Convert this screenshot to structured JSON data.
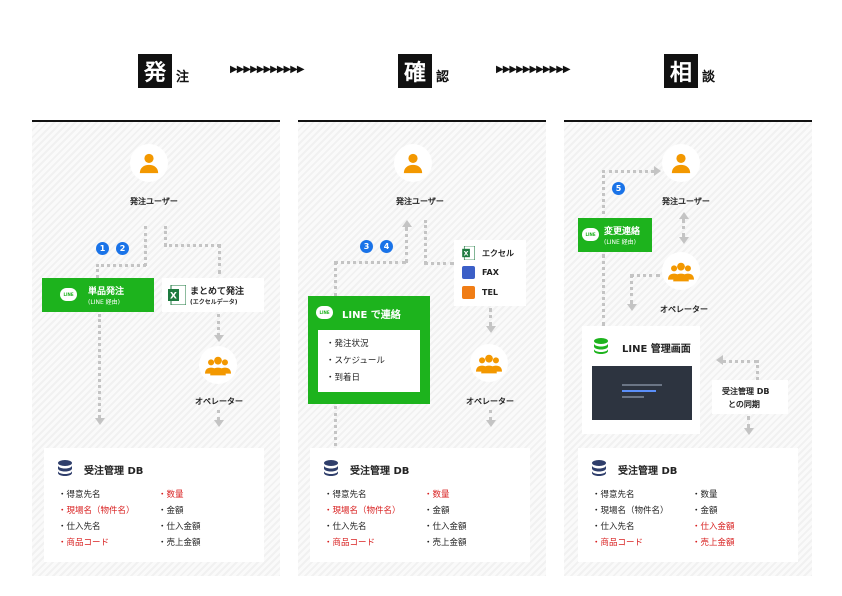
{
  "header": {
    "steps": [
      {
        "big": "発",
        "small": "注"
      },
      {
        "big": "確",
        "small": "認"
      },
      {
        "big": "相",
        "small": "談"
      }
    ],
    "arrows": "▶▶▶▶▶▶▶▶▶▶▶"
  },
  "panel1": {
    "user_label": "発注ユーザー",
    "badges": [
      "1",
      "2"
    ],
    "line_order": {
      "title": "単品発注",
      "sub": "(LINE 経由)"
    },
    "excel_order": {
      "title": "まとめて発注",
      "sub": "(エクセルデータ)"
    },
    "operator_label": "オペレーター",
    "db": {
      "title": "受注管理 DB",
      "left": [
        {
          "text": "・得意先名",
          "hl": false
        },
        {
          "text": "・現場名（物件名）",
          "hl": true
        },
        {
          "text": "・仕入先名",
          "hl": false
        },
        {
          "text": "・商品コード",
          "hl": true
        }
      ],
      "right": [
        {
          "text": "・数量",
          "hl": true
        },
        {
          "text": "・金額",
          "hl": false
        },
        {
          "text": "・仕入金額",
          "hl": false
        },
        {
          "text": "・売上金額",
          "hl": false
        }
      ]
    }
  },
  "panel2": {
    "user_label": "発注ユーザー",
    "badges": [
      "3",
      "4"
    ],
    "channels": [
      {
        "icon": "excel-icon",
        "label": "エクセル"
      },
      {
        "icon": "fax-icon",
        "label": "FAX"
      },
      {
        "icon": "phone-icon",
        "label": "TEL"
      }
    ],
    "line_contact": {
      "title": "LINE で連絡",
      "items": [
        "・発注状況",
        "・スケジュール",
        "・到着日"
      ]
    },
    "operator_label": "オペレーター",
    "db": {
      "title": "受注管理 DB",
      "left": [
        {
          "text": "・得意先名",
          "hl": false
        },
        {
          "text": "・現場名（物件名）",
          "hl": true
        },
        {
          "text": "・仕入先名",
          "hl": false
        },
        {
          "text": "・商品コード",
          "hl": true
        }
      ],
      "right": [
        {
          "text": "・数量",
          "hl": true
        },
        {
          "text": "・金額",
          "hl": false
        },
        {
          "text": "・仕入金額",
          "hl": false
        },
        {
          "text": "・売上金額",
          "hl": false
        }
      ]
    }
  },
  "panel3": {
    "user_label": "発注ユーザー",
    "badges": [
      "5"
    ],
    "change_contact": {
      "title": "変更連絡",
      "sub": "(LINE 経由)"
    },
    "operator_label": "オペレーター",
    "line_admin": {
      "title": "LINE 管理画面"
    },
    "sync_label": [
      "受注管理 DB",
      "との同期"
    ],
    "db": {
      "title": "受注管理 DB",
      "left": [
        {
          "text": "・得意先名",
          "hl": false
        },
        {
          "text": "・現場名（物件名）",
          "hl": false
        },
        {
          "text": "・仕入先名",
          "hl": false
        },
        {
          "text": "・商品コード",
          "hl": true
        }
      ],
      "right": [
        {
          "text": "・数量",
          "hl": false
        },
        {
          "text": "・金額",
          "hl": false
        },
        {
          "text": "・仕入金額",
          "hl": true
        },
        {
          "text": "・売上金額",
          "hl": true
        }
      ]
    }
  },
  "colors": {
    "line_green": "#1db31d",
    "badge_blue": "#1a73e8",
    "highlight_red": "#d81e1e",
    "person_orange": "#f39800",
    "db_navy": "#2f3e6b"
  }
}
